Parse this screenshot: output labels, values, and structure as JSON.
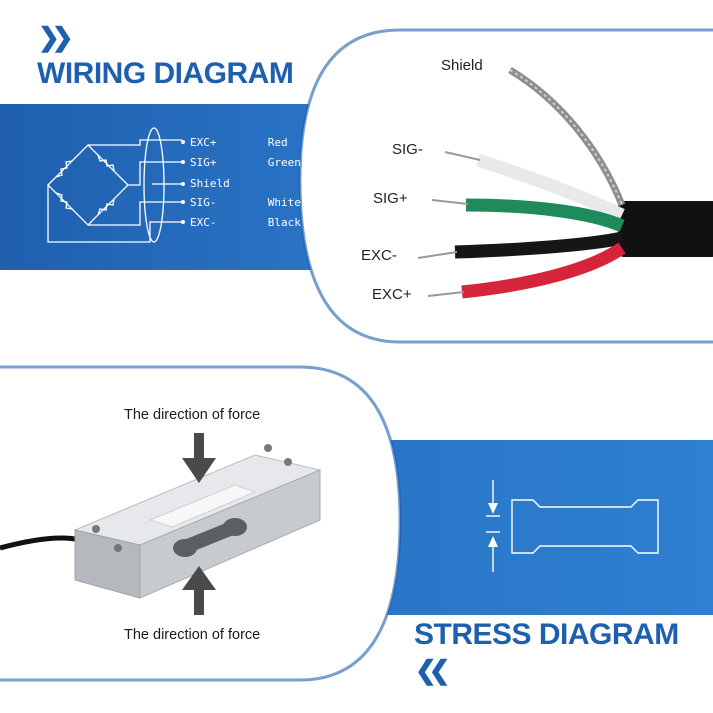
{
  "wiring": {
    "title": "WIRING DIAGRAM",
    "chevrons": "»",
    "schematic_lines": [
      {
        "signal": "EXC+",
        "color": "Red"
      },
      {
        "signal": "SIG+",
        "color": "Green"
      },
      {
        "signal": "Shield",
        "color": ""
      },
      {
        "signal": "SIG-",
        "color": "White"
      },
      {
        "signal": "EXC-",
        "color": "Black"
      }
    ],
    "photo_labels": {
      "shield": "Shield",
      "sig_minus": "SIG-",
      "sig_plus": "SIG+",
      "exc_minus": "EXC-",
      "exc_plus": "EXC+"
    },
    "wire_colors": {
      "shield": "#9a9a9a",
      "sig_minus": "#f2f2f2",
      "sig_plus": "#1f8a5c",
      "exc_minus": "#151515",
      "exc_plus": "#d6243a",
      "cable": "#101010"
    }
  },
  "stress": {
    "title": "STRESS DIAGRAM",
    "chevrons": "«",
    "force_label_top": "The direction of force",
    "force_label_bottom": "The direction of force"
  },
  "colors": {
    "brand_blue": "#1e5fae",
    "band_blue": "#2a74c6"
  }
}
